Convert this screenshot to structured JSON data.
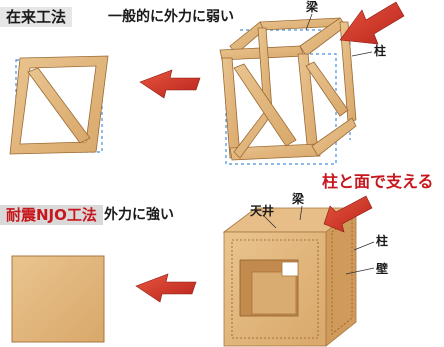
{
  "conventional": {
    "title": "在来工法",
    "caption": "一般的に外力に弱い",
    "label_beam": "梁",
    "label_column": "柱"
  },
  "njo": {
    "title": "耐震NJO工法",
    "caption": "外力に強い",
    "callout": "柱と面で支える",
    "label_ceiling": "天井",
    "label_beam": "梁",
    "label_column": "柱",
    "label_wall": "壁"
  },
  "colors": {
    "wood": "#e2b77d",
    "wood_dark": "#c9955a",
    "arrow_red": "#d8352a",
    "dashed_blue": "#4a90d9",
    "accent_red": "#c8161d"
  }
}
